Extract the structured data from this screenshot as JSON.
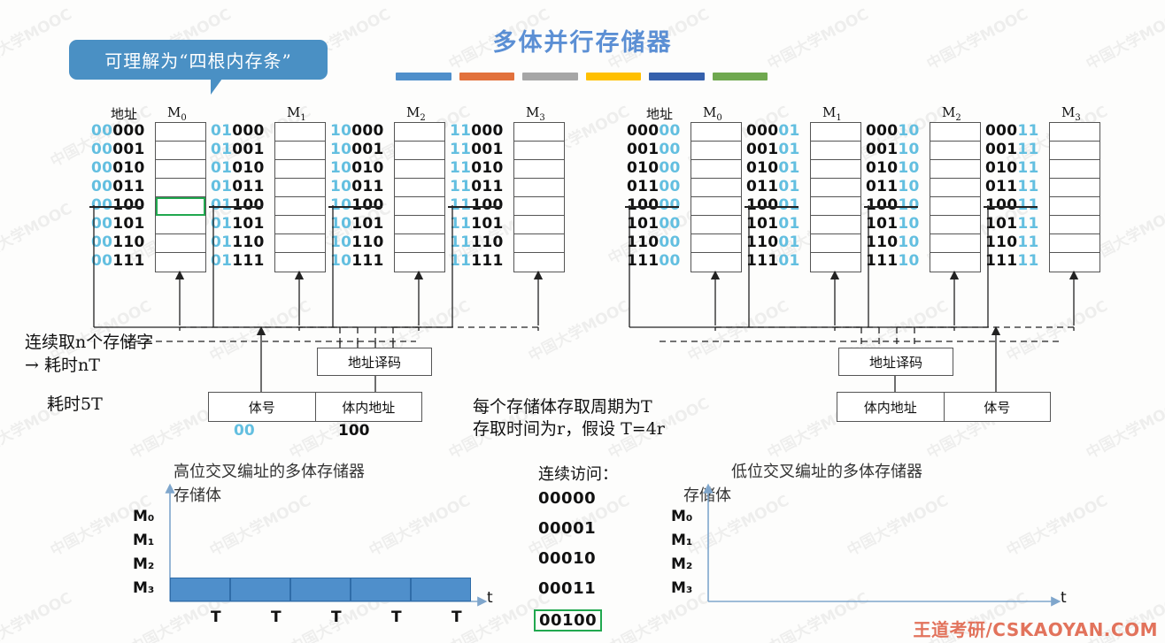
{
  "page": {
    "title": "多体并行存储器",
    "footer": "王道考研/CSKAOYAN.COM",
    "watermark": "中国大学MOOC",
    "accent_title": "#5b8fd4",
    "accent_blue_bits": "#63bfe0",
    "accent_green_select": "#21a84f",
    "accent_bar": "#4f8fcb",
    "accent_footer": "#e2735c"
  },
  "color_bars": [
    "#4f8fcb",
    "#e2713c",
    "#a6a6a6",
    "#ffc000",
    "#3560ac",
    "#6fa84f"
  ],
  "callout": {
    "text": "可理解为“四根内存条”",
    "fill": "#4a90c4"
  },
  "left_diagram": {
    "addr_header": "地址",
    "banks": [
      {
        "label": "M",
        "sub": "0",
        "addresses": [
          {
            "blue": "00",
            "black": "000"
          },
          {
            "blue": "00",
            "black": "001"
          },
          {
            "blue": "00",
            "black": "010"
          },
          {
            "blue": "00",
            "black": "011"
          },
          {
            "blue": "00",
            "black": "100",
            "strike": true,
            "selected": true
          },
          {
            "blue": "00",
            "black": "101"
          },
          {
            "blue": "00",
            "black": "110"
          },
          {
            "blue": "00",
            "black": "111"
          }
        ]
      },
      {
        "label": "M",
        "sub": "1",
        "addresses": [
          {
            "blue": "01",
            "black": "000"
          },
          {
            "blue": "01",
            "black": "001"
          },
          {
            "blue": "01",
            "black": "010"
          },
          {
            "blue": "01",
            "black": "011"
          },
          {
            "blue": "01",
            "black": "100",
            "strike": true
          },
          {
            "blue": "01",
            "black": "101"
          },
          {
            "blue": "01",
            "black": "110"
          },
          {
            "blue": "01",
            "black": "111"
          }
        ]
      },
      {
        "label": "M",
        "sub": "2",
        "addresses": [
          {
            "blue": "10",
            "black": "000"
          },
          {
            "blue": "10",
            "black": "001"
          },
          {
            "blue": "10",
            "black": "010"
          },
          {
            "blue": "10",
            "black": "011"
          },
          {
            "blue": "10",
            "black": "100",
            "strike": true
          },
          {
            "blue": "10",
            "black": "101"
          },
          {
            "blue": "10",
            "black": "110"
          },
          {
            "blue": "10",
            "black": "111"
          }
        ]
      },
      {
        "label": "M",
        "sub": "3",
        "addresses": [
          {
            "blue": "11",
            "black": "000"
          },
          {
            "blue": "11",
            "black": "001"
          },
          {
            "blue": "11",
            "black": "010"
          },
          {
            "blue": "11",
            "black": "011"
          },
          {
            "blue": "11",
            "black": "100",
            "strike": true
          },
          {
            "blue": "11",
            "black": "101"
          },
          {
            "blue": "11",
            "black": "110"
          },
          {
            "blue": "11",
            "black": "111"
          }
        ]
      }
    ],
    "decoder_label": "地址译码",
    "register": {
      "left": "体号",
      "right": "体内地址",
      "left_value": "00",
      "right_value": "100"
    },
    "notes": [
      "连续取n个存储字",
      "→ 耗时nT",
      "耗时5T"
    ]
  },
  "right_diagram": {
    "addr_header": "地址",
    "banks": [
      {
        "label": "M",
        "sub": "0",
        "addresses": [
          {
            "black": "000",
            "blue": "00"
          },
          {
            "black": "001",
            "blue": "00"
          },
          {
            "black": "010",
            "blue": "00"
          },
          {
            "black": "011",
            "blue": "00"
          },
          {
            "black": "100",
            "blue": "00",
            "strike": true
          },
          {
            "black": "101",
            "blue": "00"
          },
          {
            "black": "110",
            "blue": "00"
          },
          {
            "black": "111",
            "blue": "00"
          }
        ]
      },
      {
        "label": "M",
        "sub": "1",
        "addresses": [
          {
            "black": "000",
            "blue": "01"
          },
          {
            "black": "001",
            "blue": "01"
          },
          {
            "black": "010",
            "blue": "01"
          },
          {
            "black": "011",
            "blue": "01"
          },
          {
            "black": "100",
            "blue": "01",
            "strike": true
          },
          {
            "black": "101",
            "blue": "01"
          },
          {
            "black": "110",
            "blue": "01"
          },
          {
            "black": "111",
            "blue": "01"
          }
        ]
      },
      {
        "label": "M",
        "sub": "2",
        "addresses": [
          {
            "black": "000",
            "blue": "10"
          },
          {
            "black": "001",
            "blue": "10"
          },
          {
            "black": "010",
            "blue": "10"
          },
          {
            "black": "011",
            "blue": "10"
          },
          {
            "black": "100",
            "blue": "10",
            "strike": true
          },
          {
            "black": "101",
            "blue": "10"
          },
          {
            "black": "110",
            "blue": "10"
          },
          {
            "black": "111",
            "blue": "10"
          }
        ]
      },
      {
        "label": "M",
        "sub": "3",
        "addresses": [
          {
            "black": "000",
            "blue": "11"
          },
          {
            "black": "001",
            "blue": "11"
          },
          {
            "black": "010",
            "blue": "11"
          },
          {
            "black": "011",
            "blue": "11"
          },
          {
            "black": "100",
            "blue": "11",
            "strike": true
          },
          {
            "black": "101",
            "blue": "11"
          },
          {
            "black": "110",
            "blue": "11"
          },
          {
            "black": "111",
            "blue": "11"
          }
        ]
      }
    ],
    "decoder_label": "地址译码",
    "register": {
      "left": "体内地址",
      "right": "体号"
    },
    "notes": [
      "每个存储体存取周期为T",
      "存取时间为r，假设 T=4r"
    ]
  },
  "sequence": {
    "header": "连续访问：",
    "items": [
      "00000",
      "00001",
      "00010",
      "00011",
      "00100"
    ],
    "highlight_index": 4
  },
  "chart_data": [
    {
      "type": "bar",
      "title": "高位交叉编址的多体存储器",
      "ylabel": "存储体",
      "xlabel": "t",
      "categories": [
        "M3",
        "M2",
        "M1",
        "M0"
      ],
      "ytick_labels": [
        "M₃",
        "M₂",
        "M₁",
        "M₀"
      ],
      "xtick_labels": [
        "T",
        "T",
        "T",
        "T",
        "T"
      ],
      "segments": [
        {
          "row": "M0",
          "start": 0,
          "end": 1,
          "label": "T"
        },
        {
          "row": "M0",
          "start": 1,
          "end": 2,
          "label": "T"
        },
        {
          "row": "M0",
          "start": 2,
          "end": 3,
          "label": "T"
        },
        {
          "row": "M0",
          "start": 3,
          "end": 4,
          "label": "T"
        },
        {
          "row": "M0",
          "start": 4,
          "end": 5,
          "label": "T"
        }
      ],
      "bar_color": "#4f8fcb",
      "grid": false,
      "legend": "none"
    },
    {
      "type": "bar",
      "title": "低位交叉编址的多体存储器",
      "ylabel": "存储体",
      "xlabel": "t",
      "categories": [
        "M3",
        "M2",
        "M1",
        "M0"
      ],
      "ytick_labels": [
        "M₃",
        "M₂",
        "M₁",
        "M₀"
      ],
      "xtick_labels": [],
      "segments": [],
      "bar_color": "#4f8fcb",
      "grid": false,
      "legend": "none"
    }
  ]
}
